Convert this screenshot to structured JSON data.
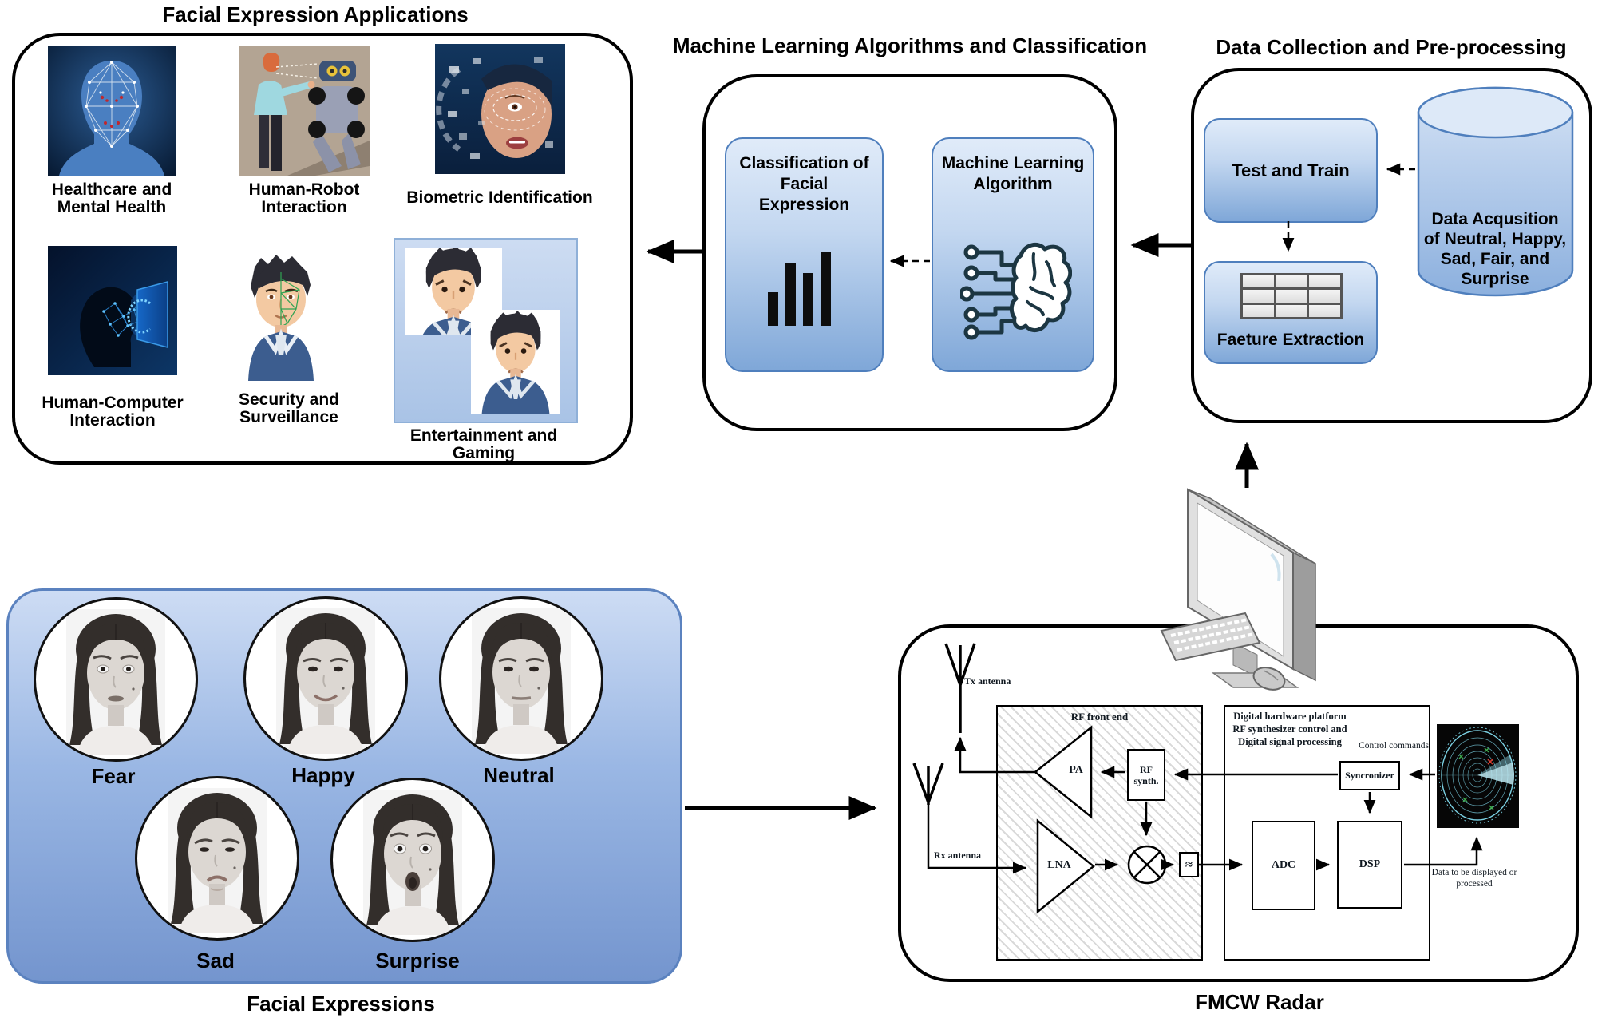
{
  "titles": {
    "applications": "Facial Expression Applications",
    "ml": "Machine Learning Algorithms and Classification",
    "data_collection": "Data Collection and Pre-processing",
    "expressions": "Facial Expressions",
    "fmcw": "FMCW Radar"
  },
  "applications": {
    "items": [
      {
        "id": "healthcare",
        "label": "Healthcare and\nMental Health",
        "icon": "face-mesh-icon"
      },
      {
        "id": "human-robot",
        "label": "Human-Robot\nInteraction",
        "icon": "human-robot-icon"
      },
      {
        "id": "biometric",
        "label": "Biometric Identification",
        "icon": "face-scan-icon"
      },
      {
        "id": "human-computer",
        "label": "Human-Computer\nInteraction",
        "icon": "head-screen-icon"
      },
      {
        "id": "security",
        "label": "Security and\nSurveillance",
        "icon": "face-grid-icon"
      },
      {
        "id": "entertainment",
        "label": "Entertainment and Gaming",
        "icon": "avatar-cards-icon"
      }
    ]
  },
  "ml": {
    "classification_label": "Classification of\nFacial\nExpression",
    "algorithm_label": "Machine Learning\nAlgorithm"
  },
  "data_collection": {
    "test_train_label": "Test and Train",
    "feature_extraction_label": "Faeture Extraction",
    "database_label": "Data Acqusition\nof Neutral, Happy,\nSad, Fair, and\nSurprise"
  },
  "expressions": {
    "items": [
      {
        "label": "Fear"
      },
      {
        "label": "Happy"
      },
      {
        "label": "Neutral"
      },
      {
        "label": "Sad"
      },
      {
        "label": "Surprise"
      }
    ]
  },
  "fmcw": {
    "tx_antenna": "Tx antenna",
    "rx_antenna": "Rx antenna",
    "rf_front_end": "RF front end",
    "pa": "PA",
    "lna": "LNA",
    "rf_synth": "RF\nsynth.",
    "filter_symbol": "≈",
    "adc": "ADC",
    "dsp": "DSP",
    "syncronizer": "Syncronizer",
    "digital_platform": "Digital hardware platform\nRF  synthesizer control and\nDigital signal processing",
    "control_commands": "Control commands",
    "data_note": "Data to be displayed or\nprocessed"
  },
  "colors": {
    "gradient_top": "#e0ebf9",
    "gradient_bottom": "#7fa7d8",
    "blue_border": "#4f7fbd",
    "panel_top": "#cbdcf4",
    "panel_bottom": "#7b9dd4",
    "outline": "#000000",
    "radar_ring": "#7bd0e2",
    "radar_marker_green": "#3fae4f",
    "radar_marker_red": "#d23b2f"
  }
}
